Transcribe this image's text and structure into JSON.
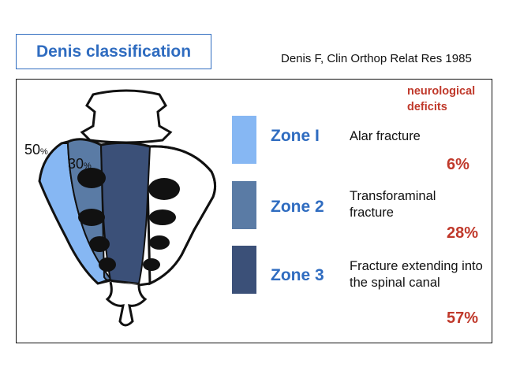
{
  "title": "Denis classification",
  "citation": "Denis F, Clin Orthop Relat Res 1985",
  "deficits_header": "neurological deficits",
  "diagram_labels": {
    "outer_pct": "50",
    "inner_pct": "30",
    "pct_symbol": "%"
  },
  "colors": {
    "zone1": "#86b7f3",
    "zone2": "#5a7ba5",
    "zone3": "#3b5078",
    "accent": "#2f6cc0",
    "deficit": "#c0392b"
  },
  "zones": [
    {
      "label": "Zone I",
      "description": "Alar fracture",
      "deficit": "6%"
    },
    {
      "label": "Zone 2",
      "description": "Transforaminal fracture",
      "deficit": "28%"
    },
    {
      "label": "Zone 3",
      "description": "Fracture extending into the spinal canal",
      "deficit": "57%"
    }
  ]
}
